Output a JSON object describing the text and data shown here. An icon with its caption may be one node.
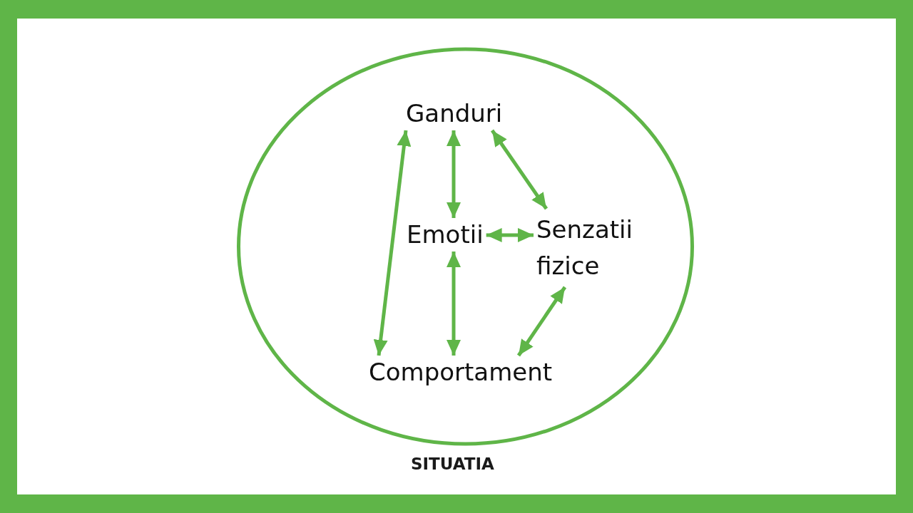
{
  "diagram": {
    "nodes": [
      {
        "text": [
          "SITUATIA"
        ]
      },
      {
        "text": [
          "Ganduri"
        ],
        "in": 0
      },
      {
        "text": [
          "Emotii"
        ],
        "in": 0
      },
      {
        "text": [
          "Senzatii fizice"
        ],
        "in": 0
      },
      {
        "text": [
          "Comportament"
        ],
        "in": 0
      }
    ],
    "edges": [
      {
        "from": 1,
        "to": 4,
        "arrow": "both"
      },
      {
        "from": 1,
        "to": 2,
        "arrow": "both"
      },
      {
        "from": 1,
        "to": 3,
        "arrow": "both"
      },
      {
        "from": 2,
        "to": 3,
        "arrow": "both"
      },
      {
        "from": 2,
        "to": 4,
        "arrow": "both"
      },
      {
        "from": 3,
        "to": 4,
        "arrow": "both"
      }
    ]
  }
}
